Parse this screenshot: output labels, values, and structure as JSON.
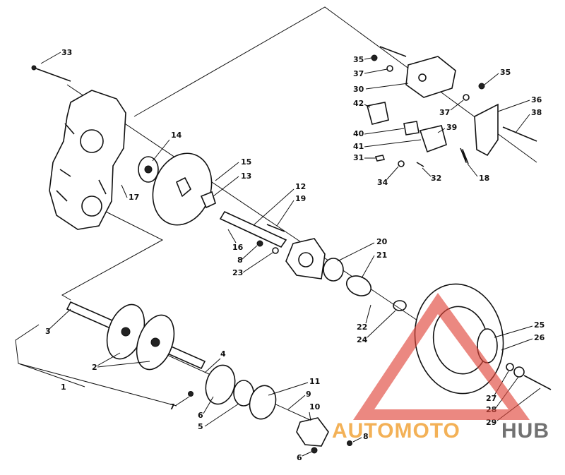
{
  "callouts": [
    "33",
    "14",
    "17",
    "15",
    "13",
    "12",
    "19",
    "16",
    "8",
    "23",
    "20",
    "21",
    "22",
    "24",
    "3",
    "2",
    "1",
    "4",
    "7",
    "6",
    "5",
    "11",
    "9",
    "10",
    "8",
    "6",
    "35",
    "37",
    "35",
    "30",
    "42",
    "37",
    "36",
    "38",
    "40",
    "41",
    "39",
    "31",
    "34",
    "32",
    "18",
    "25",
    "26",
    "27",
    "28",
    "29"
  ],
  "watermark": {
    "part1": "AUTOMOTO",
    "part2": "HUB",
    "color_orange": "#f2a43a",
    "color_gray": "#5a5a5a",
    "color_red": "#e0453a"
  }
}
